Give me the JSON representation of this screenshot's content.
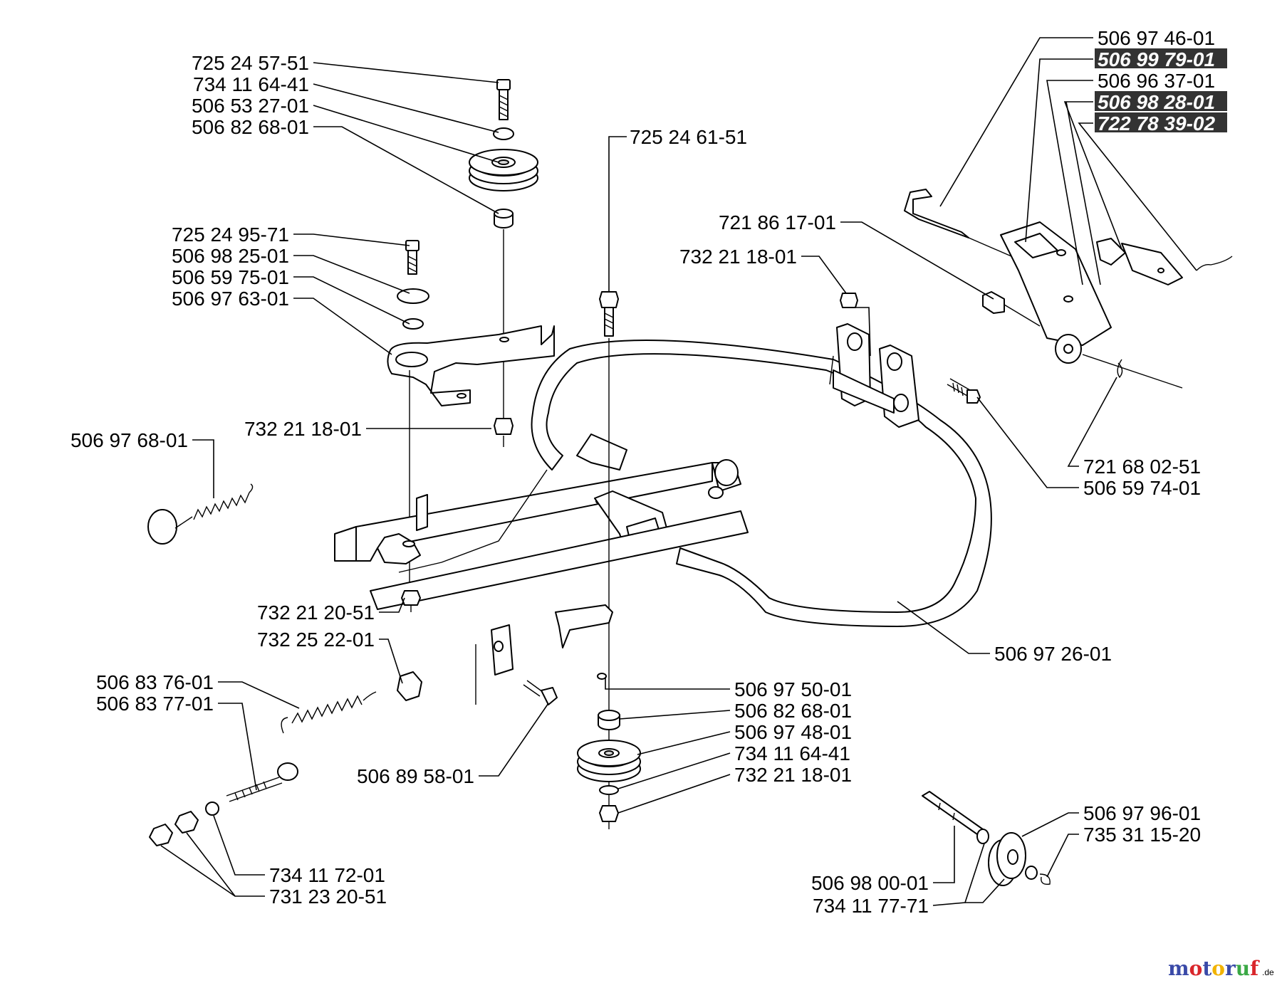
{
  "parts": [
    {
      "id": "p1",
      "number": "725 24 57-51"
    },
    {
      "id": "p2",
      "number": "734 11 64-41"
    },
    {
      "id": "p3",
      "number": "506 53 27-01"
    },
    {
      "id": "p4",
      "number": "506 82 68-01"
    },
    {
      "id": "p5",
      "number": "725 24 95-71"
    },
    {
      "id": "p6",
      "number": "506 98 25-01"
    },
    {
      "id": "p7",
      "number": "506 59 75-01"
    },
    {
      "id": "p8",
      "number": "506 97 63-01"
    },
    {
      "id": "p9",
      "number": "725 24 61-51"
    },
    {
      "id": "p10",
      "number": "721 86 17-01"
    },
    {
      "id": "p11",
      "number": "732 21 18-01"
    },
    {
      "id": "p12",
      "number": "732 21 18-01"
    },
    {
      "id": "p13",
      "number": "506 97 68-01"
    },
    {
      "id": "p14",
      "number": "506 97 46-01"
    },
    {
      "id": "p15",
      "number": "506 99 79-01",
      "highlighted": true
    },
    {
      "id": "p16",
      "number": "506 96 37-01"
    },
    {
      "id": "p17",
      "number": "506 98 28-01",
      "highlighted": true
    },
    {
      "id": "p18",
      "number": "722 78 39-02",
      "highlighted": true
    },
    {
      "id": "p19",
      "number": "721 68 02-51"
    },
    {
      "id": "p20",
      "number": "506 59 74-01"
    },
    {
      "id": "p21",
      "number": "732 21 20-51"
    },
    {
      "id": "p22",
      "number": "732 25 22-01"
    },
    {
      "id": "p23",
      "number": "506 97 26-01"
    },
    {
      "id": "p24",
      "number": "506 83 76-01"
    },
    {
      "id": "p25",
      "number": "506 83 77-01"
    },
    {
      "id": "p26",
      "number": "506 97 50-01"
    },
    {
      "id": "p27",
      "number": "506 82 68-01"
    },
    {
      "id": "p28",
      "number": "506 97 48-01"
    },
    {
      "id": "p29",
      "number": "734 11 64-41"
    },
    {
      "id": "p30",
      "number": "732 21 18-01"
    },
    {
      "id": "p31",
      "number": "506 89 58-01"
    },
    {
      "id": "p32",
      "number": "506 97 96-01"
    },
    {
      "id": "p33",
      "number": "735 31 15-20"
    },
    {
      "id": "p34",
      "number": "506 98 00-01"
    },
    {
      "id": "p35",
      "number": "734 11 77-71"
    },
    {
      "id": "p36",
      "number": "734 11 72-01"
    },
    {
      "id": "p37",
      "number": "731 23 20-51"
    }
  ],
  "logo": {
    "text": "motoruf",
    "suffix": ".de",
    "colors": {
      "m": "#3a4aa8",
      "o1": "#d9262b",
      "t": "#3a4aa8",
      "o2": "#f2b300",
      "r": "#3a4aa8",
      "u": "#3aa845",
      "f": "#d9262b"
    }
  },
  "colors": {
    "highlight_bg": "#333333",
    "line": "#000000"
  }
}
